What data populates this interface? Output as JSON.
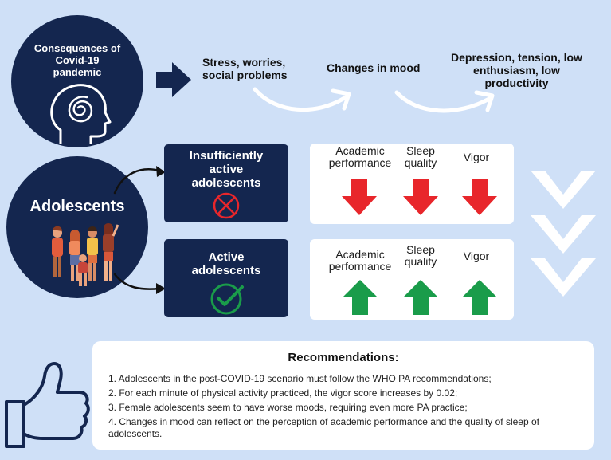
{
  "top": {
    "circle_title": "Consequences of Covid-19 pandemic",
    "step1": "Stress, worries, social problems",
    "step2": "Changes in mood",
    "step3": "Depression, tension, low enthusiasm, low productivity"
  },
  "middle": {
    "adolescents_label": "Adolescents",
    "insufficient_label": "Insufficiently active adolescents",
    "active_label": "Active adolescents",
    "metrics": [
      "Academic performance",
      "Sleep quality",
      "Vigor"
    ],
    "down_color": "#e8262b",
    "up_color": "#1a9c4a"
  },
  "recommendations": {
    "title": "Recommendations:",
    "items": [
      "1. Adolescents in the post-COVID-19 scenario must follow the WHO PA recommendations;",
      "2. For each minute of physical activity practiced, the vigor score increases by 0.02;",
      "3. Female adolescents seem to have worse moods, requiring even more PA practice;",
      "4. Changes in mood can reflect on the perception of academic performance and the quality of sleep of adolescents."
    ]
  },
  "colors": {
    "background": "#cfe0f7",
    "navy": "#14264f",
    "white": "#ffffff"
  },
  "icons": [
    "head-spiral-icon",
    "right-arrow-icon",
    "curved-arrow-icon",
    "group-of-teens-illustration",
    "x-circle-icon",
    "check-circle-icon",
    "down-arrow-icon",
    "up-arrow-icon",
    "chevron-down-icon",
    "thumbs-up-icon"
  ]
}
